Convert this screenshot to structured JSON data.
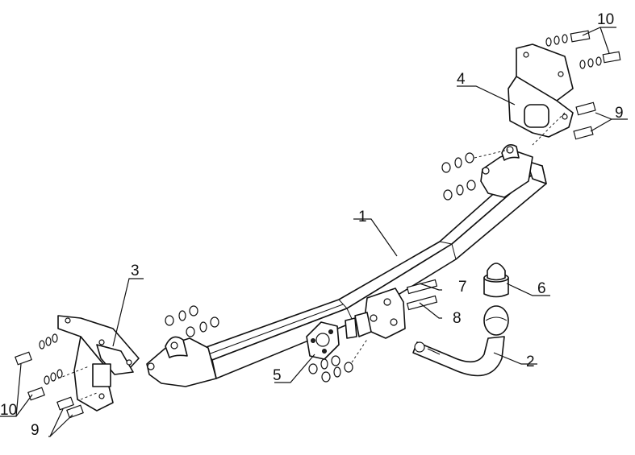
{
  "callouts": [
    {
      "id": "c1",
      "number": "1"
    },
    {
      "id": "c2",
      "number": "2"
    },
    {
      "id": "c3",
      "number": "3"
    },
    {
      "id": "c4",
      "number": "4"
    },
    {
      "id": "c5",
      "number": "5"
    },
    {
      "id": "c6",
      "number": "6"
    },
    {
      "id": "c7",
      "number": "7"
    },
    {
      "id": "c8",
      "number": "8"
    },
    {
      "id": "c9a",
      "number": "9"
    },
    {
      "id": "c9b",
      "number": "9"
    },
    {
      "id": "c10a",
      "number": "10"
    },
    {
      "id": "c10b",
      "number": "10"
    }
  ]
}
